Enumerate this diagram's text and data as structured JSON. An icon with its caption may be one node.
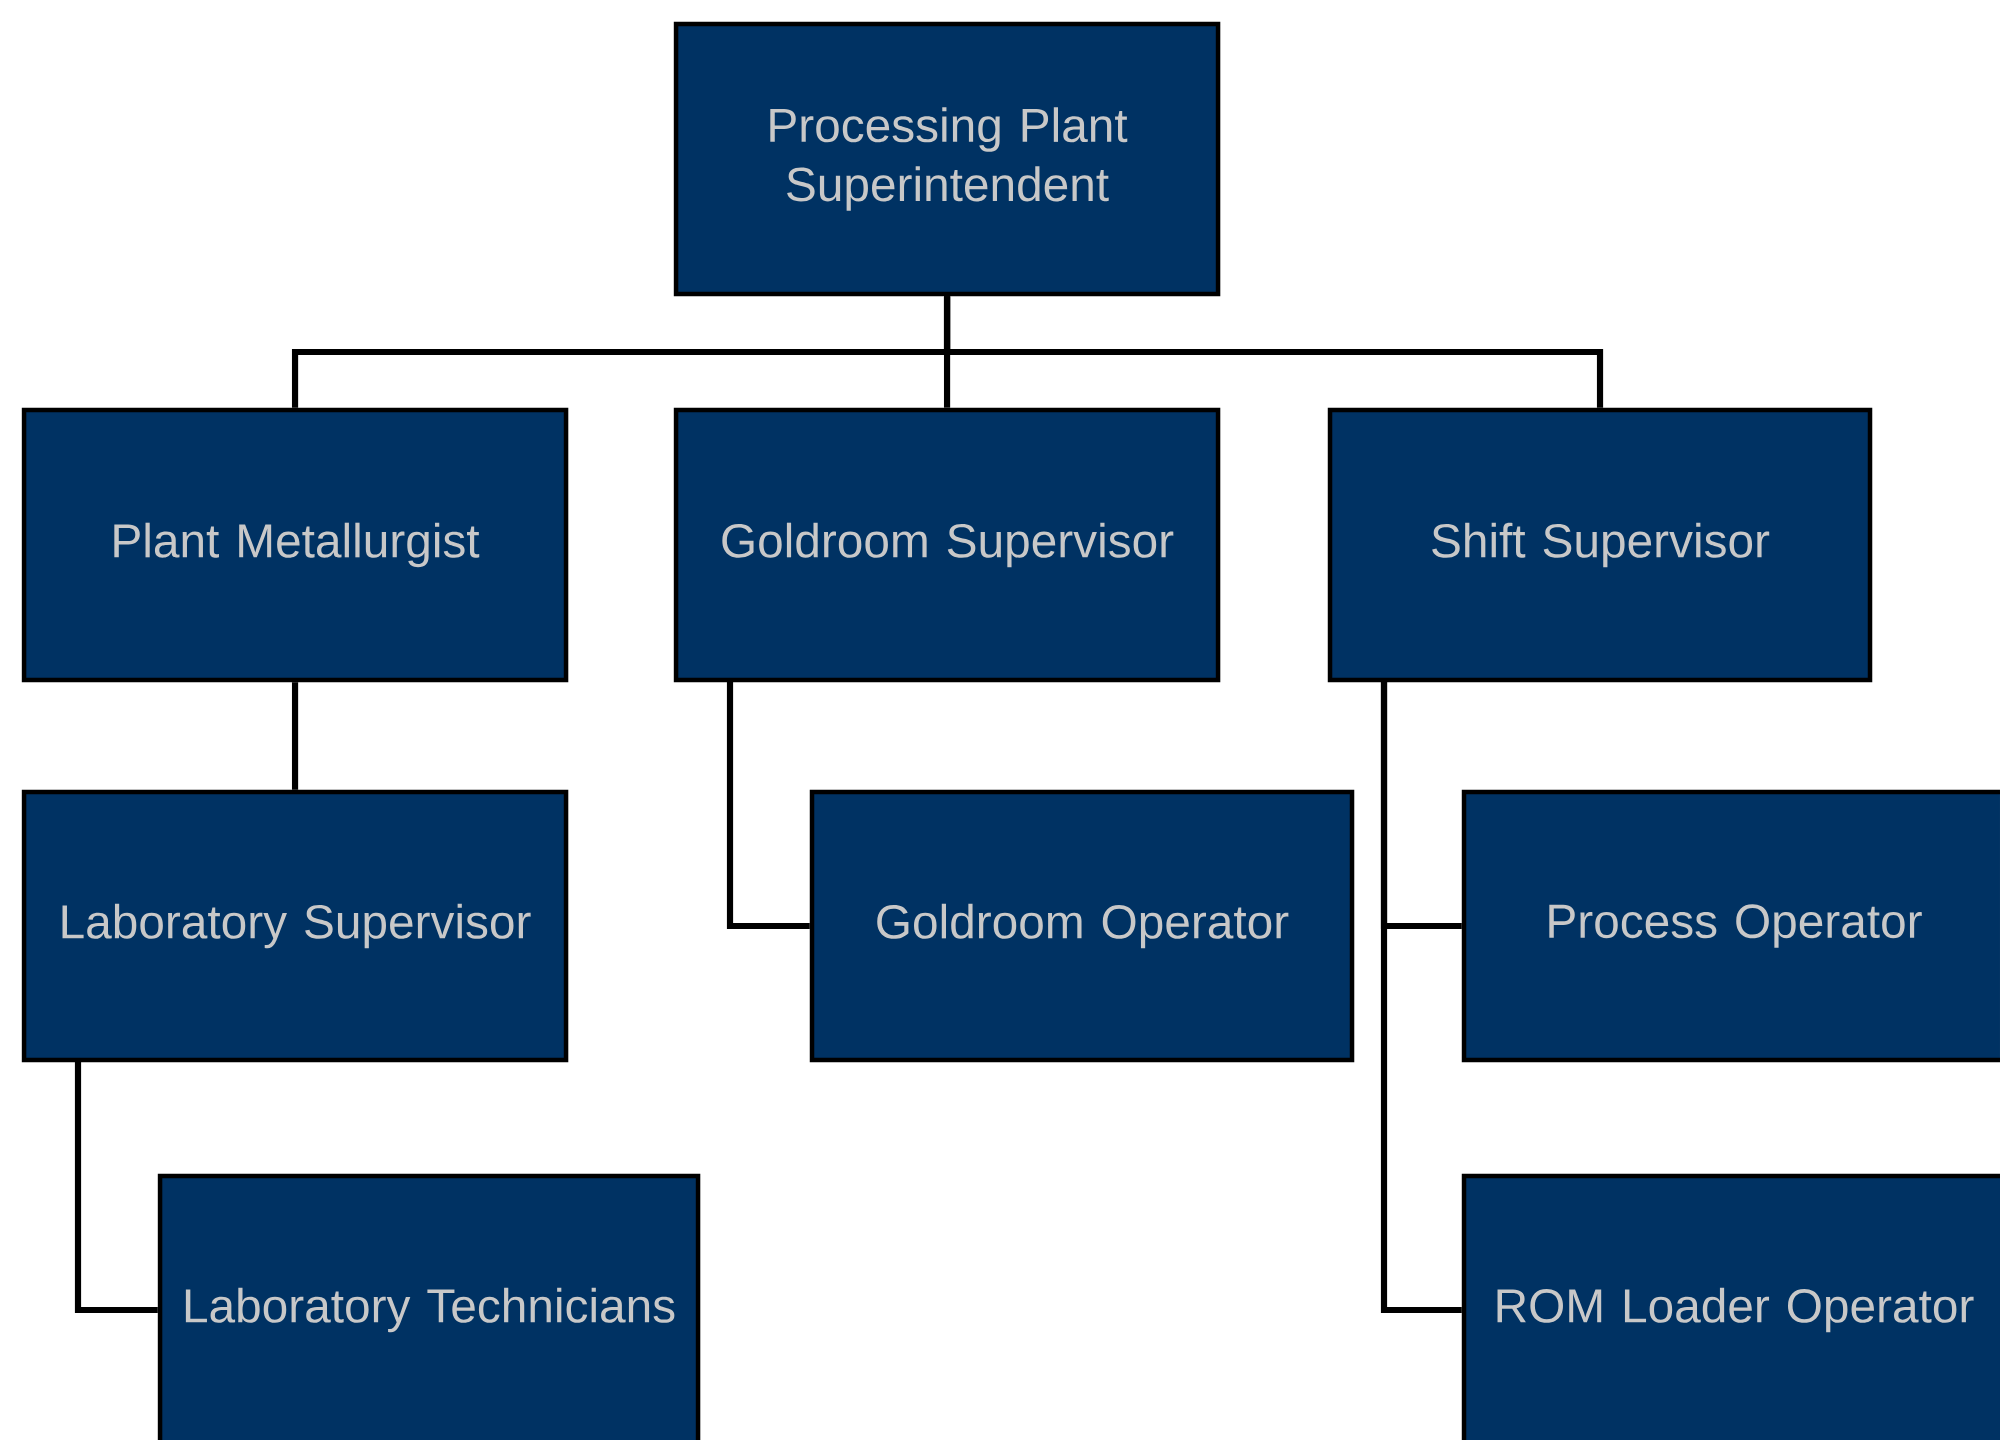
{
  "diagram": {
    "nodes": [
      {
        "text": [
          "Processing Plant Superintendent"
        ]
      },
      {
        "text": [
          "Plant Metallurgist"
        ]
      },
      {
        "text": [
          "Goldroom Supervisor"
        ]
      },
      {
        "text": [
          "Shift Supervisor"
        ]
      },
      {
        "text": [
          "Laboratory Supervisor"
        ]
      },
      {
        "text": [
          "Goldroom Operator"
        ]
      },
      {
        "text": [
          "Process Operator"
        ]
      },
      {
        "text": [
          "Laboratory Technicians"
        ]
      },
      {
        "text": [
          "ROM Loader Operator"
        ]
      }
    ],
    "edges": [
      {
        "from": 0,
        "to": 1,
        "arrow": "none"
      },
      {
        "from": 0,
        "to": 2,
        "arrow": "none"
      },
      {
        "from": 0,
        "to": 3,
        "arrow": "none"
      },
      {
        "from": 1,
        "to": 4,
        "arrow": "none"
      },
      {
        "from": 2,
        "to": 5,
        "arrow": "none"
      },
      {
        "from": 3,
        "to": 6,
        "arrow": "none"
      },
      {
        "from": 3,
        "to": 8,
        "arrow": "none"
      },
      {
        "from": 4,
        "to": 7,
        "arrow": "none"
      }
    ]
  }
}
